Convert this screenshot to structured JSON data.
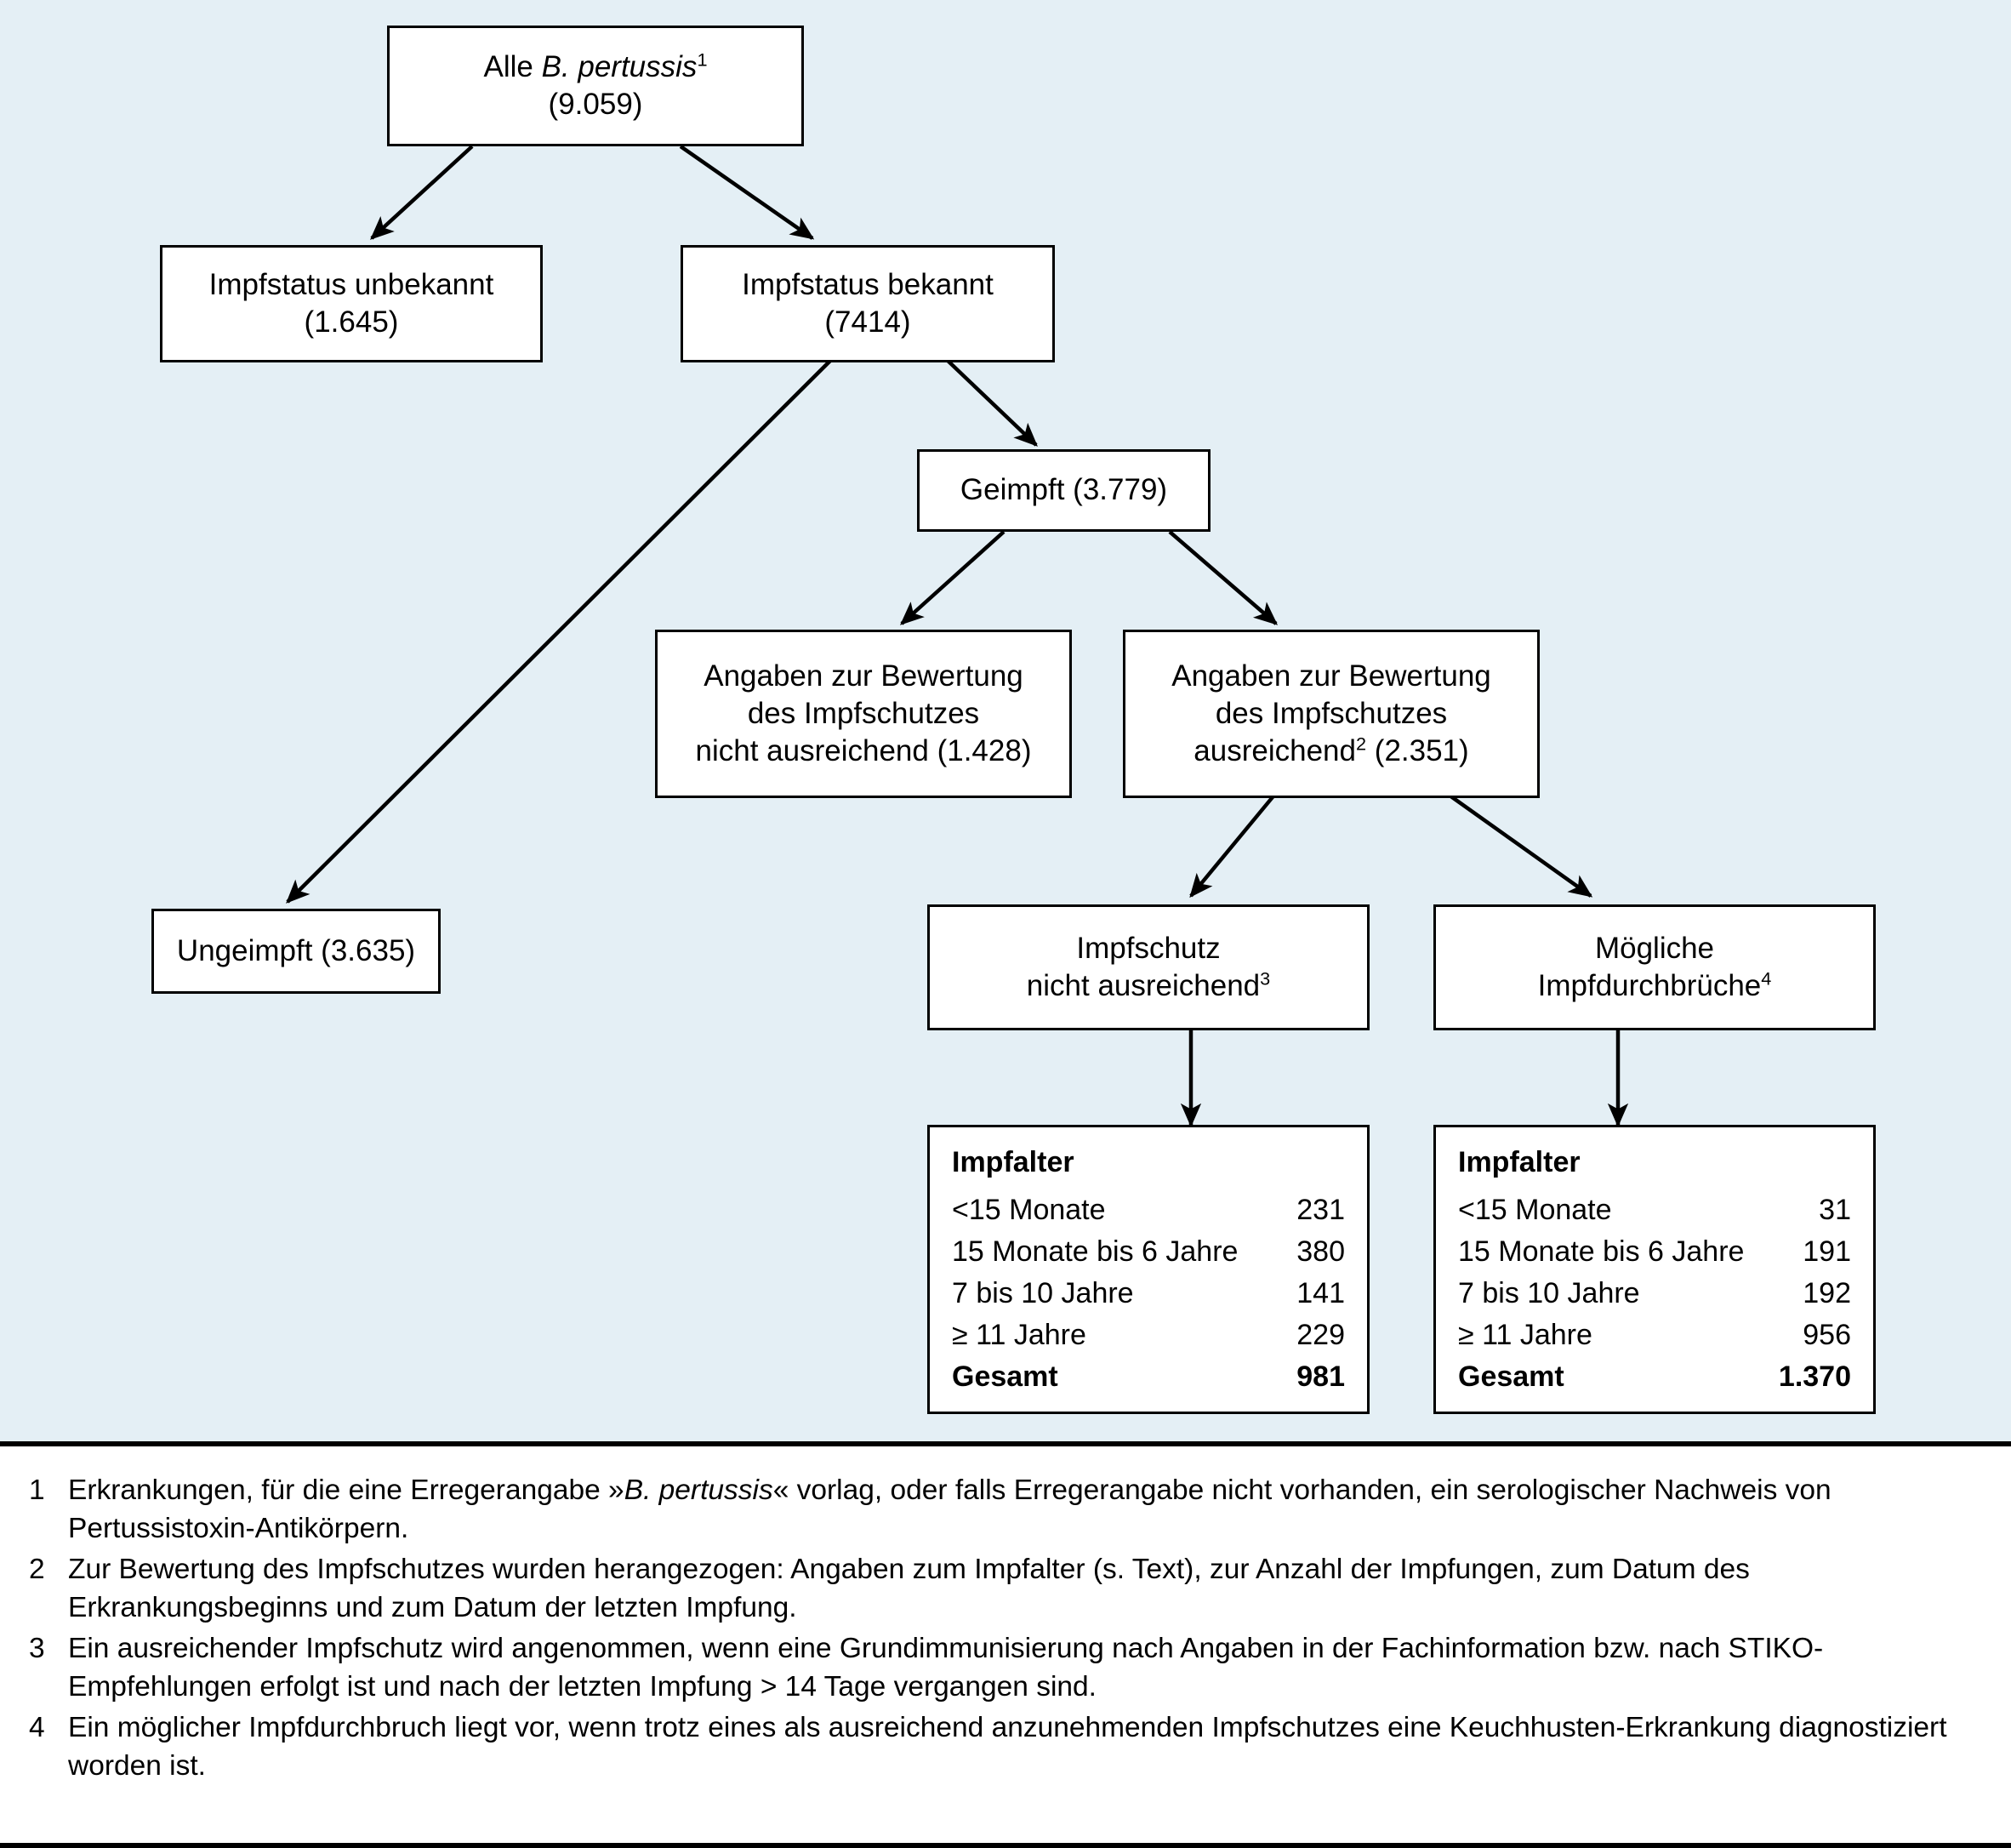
{
  "colors": {
    "panel_bg": "#e4eff5",
    "box_bg": "#ffffff",
    "line": "#000000"
  },
  "flowchart": {
    "nodes": {
      "root": {
        "line1_pre": "Alle ",
        "line1_italic": "B. pertussis",
        "line1_sup": "1",
        "line2": "(9.059)"
      },
      "status_unknown": {
        "line1": "Impfstatus unbekannt",
        "line2": "(1.645)"
      },
      "status_known": {
        "line1": "Impfstatus bekannt",
        "line2": "(7414)"
      },
      "unvaccinated": {
        "line1": "Ungeimpft (3.635)"
      },
      "vaccinated": {
        "line1": "Geimpft (3.779)"
      },
      "info_insufficient": {
        "line1": "Angaben zur Bewertung",
        "line2": "des Impfschutzes",
        "line3": "nicht ausreichend (1.428)"
      },
      "info_sufficient": {
        "line1": "Angaben zur Bewertung",
        "line2": "des Impfschutzes",
        "line3_pre": "ausreichend",
        "line3_sup": "2",
        "line3_post": " (2.351)"
      },
      "protection_insufficient": {
        "line1": "Impfschutz",
        "line2_pre": "nicht ausreichend",
        "line2_sup": "3"
      },
      "breakthroughs": {
        "line1": "Mögliche",
        "line2_pre": "Impfdurchbrüche",
        "line2_sup": "4"
      }
    },
    "tables": {
      "left": {
        "header": "Impfalter",
        "rows": [
          {
            "label": "<15 Monate",
            "value": "231"
          },
          {
            "label": "15 Monate bis 6 Jahre",
            "value": "380"
          },
          {
            "label": "7 bis 10 Jahre",
            "value": "141"
          },
          {
            "label": "≥ 11 Jahre",
            "value": "229"
          }
        ],
        "total_label": "Gesamt",
        "total_value": "981"
      },
      "right": {
        "header": "Impfalter",
        "rows": [
          {
            "label": "<15 Monate",
            "value": "31"
          },
          {
            "label": "15 Monate bis 6 Jahre",
            "value": "191"
          },
          {
            "label": "7 bis 10 Jahre",
            "value": "192"
          },
          {
            "label": "≥ 11 Jahre",
            "value": "956"
          }
        ],
        "total_label": "Gesamt",
        "total_value": "1.370"
      }
    }
  },
  "footnotes": [
    {
      "num": "1",
      "pre": "Erkrankungen, für die eine Erregerangabe »",
      "italic": "B. pertussis",
      "post": "« vorlag, oder falls Erregerangabe nicht vorhanden, ein serologischer Nachweis von Pertussistoxin-Antikörpern."
    },
    {
      "num": "2",
      "pre": "Zur Bewertung des Impfschutzes wurden herangezogen: Angaben zum Impfalter (s. Text), zur Anzahl der Impfungen, zum Datum des Erkrankungsbeginns und zum Datum der letzten Impfung.",
      "italic": "",
      "post": ""
    },
    {
      "num": "3",
      "pre": "Ein ausreichender Impfschutz wird angenommen, wenn  eine Grundimmunisierung nach Angaben in der Fachinformation bzw. nach STIKO-Empfehlungen erfolgt ist und nach der letzten Impfung > 14 Tage vergangen sind.",
      "italic": "",
      "post": ""
    },
    {
      "num": "4",
      "pre": "Ein möglicher Impfdurchbruch liegt vor, wenn trotz eines als ausreichend anzunehmenden Impfschutzes eine Keuchhusten-Erkrankung diagnostiziert worden ist.",
      "italic": "",
      "post": ""
    }
  ]
}
